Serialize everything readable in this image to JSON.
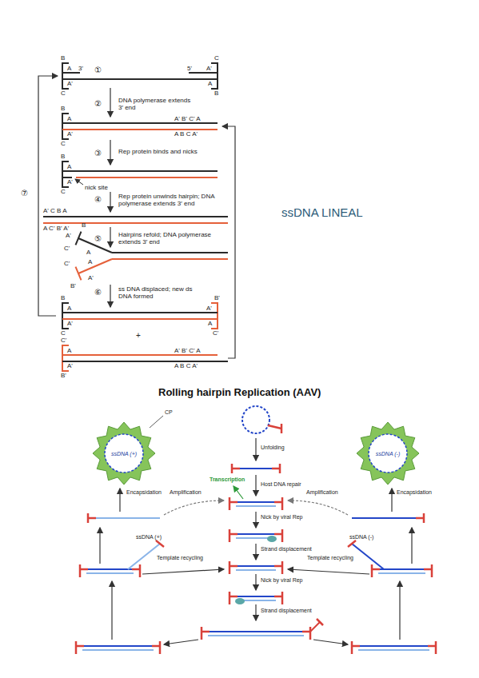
{
  "diagram": {
    "title": "Rolling hairpin Replication (AAV)",
    "nodes": [
      {
        "text": [
          "ssDNA (+)"
        ]
      },
      {
        "text": [
          "ssDNA (-)"
        ]
      }
    ],
    "labels": [
      "①",
      "B",
      "A",
      "3'",
      "A'",
      "C",
      "C",
      "5'",
      "A'",
      "A",
      "B",
      "②",
      "DNA polymerase extends 3′ end",
      "B",
      "A",
      "A'",
      "C",
      "A' B' C' A",
      "A B C A'",
      "③",
      "Rep protein binds and nicks",
      "B",
      "A",
      "A'",
      "C",
      "nick site",
      "④",
      "Rep protein unwinds hairpin; DNA polymerase extends 3′ end",
      "A' C B A",
      "A C' B' A'",
      "⑤",
      "Hairpins refold; DNA polymerase extends 3′ end",
      "B",
      "A'",
      "A",
      "C'",
      "C'",
      "A",
      "A'",
      "B'",
      "⑥",
      "ss DNA displaced; new ds DNA formed",
      "B",
      "A",
      "A'",
      "C",
      "B'",
      "A'",
      "A",
      "C'",
      "+",
      "C'",
      "A",
      "A'",
      "B'",
      "A' B' C' A",
      "A B C A'",
      "⑦",
      "ssDNA LINEAL",
      "CP",
      "Encapsidation",
      "Unfolding",
      "Transcription",
      "Host DNA repair",
      "Amplification",
      "Amplification",
      "Nick by viral Rep",
      "ssDNA (+)",
      "Strand displacement",
      "ssDNA (-)",
      "Template recycling",
      "Template recycling",
      "Nick by viral Rep",
      "Strand displacement",
      "Encapsidation"
    ]
  }
}
